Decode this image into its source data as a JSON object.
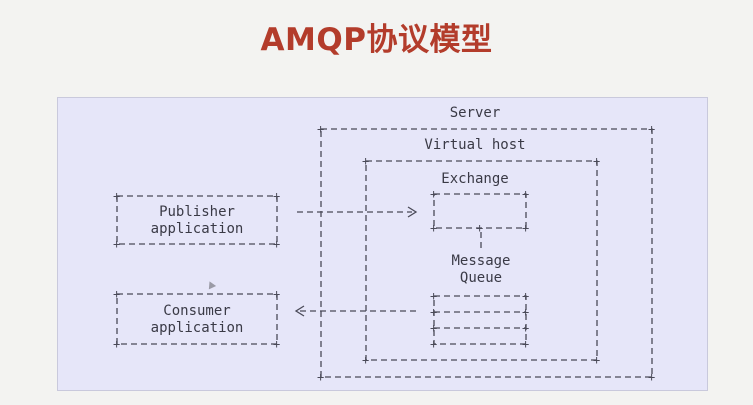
{
  "title": "AMQP协议模型",
  "diagram": {
    "server_label": "Server",
    "virtual_host_label": "Virtual host",
    "exchange_label": "Exchange",
    "message_queue_label_line1": "Message",
    "message_queue_label_line2": "Queue",
    "publisher_label_line1": "Publisher",
    "publisher_label_line2": "application",
    "consumer_label_line1": "Consumer",
    "consumer_label_line2": "application",
    "colors": {
      "title": "#b33c2b",
      "panel_background": "#e6e6f9",
      "lines": "#4a4a58"
    }
  }
}
